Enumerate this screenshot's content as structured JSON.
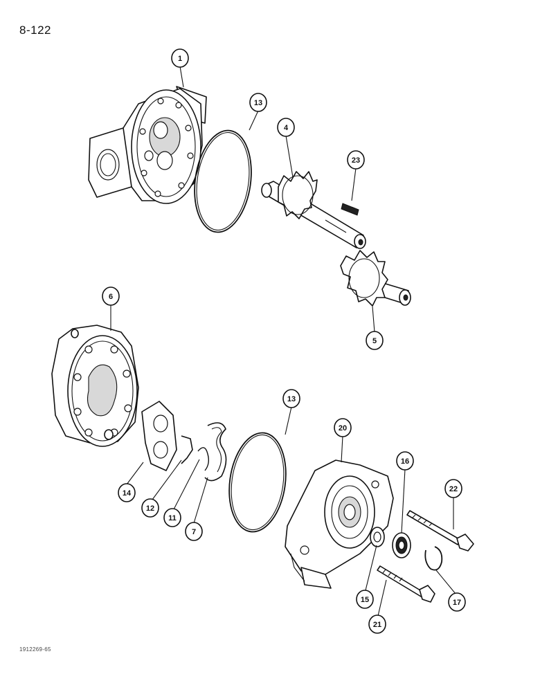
{
  "header": {
    "page_number": "8-122"
  },
  "footer": {
    "code": "1912269-65"
  },
  "callouts": [
    {
      "id": "callout-1",
      "label": "1"
    },
    {
      "id": "callout-13-top",
      "label": "13"
    },
    {
      "id": "callout-4",
      "label": "4"
    },
    {
      "id": "callout-23",
      "label": "23"
    },
    {
      "id": "callout-6",
      "label": "6"
    },
    {
      "id": "callout-5",
      "label": "5"
    },
    {
      "id": "callout-13-bottom",
      "label": "13"
    },
    {
      "id": "callout-20",
      "label": "20"
    },
    {
      "id": "callout-16",
      "label": "16"
    },
    {
      "id": "callout-22",
      "label": "22"
    },
    {
      "id": "callout-14",
      "label": "14"
    },
    {
      "id": "callout-12",
      "label": "12"
    },
    {
      "id": "callout-11",
      "label": "11"
    },
    {
      "id": "callout-7",
      "label": "7"
    },
    {
      "id": "callout-15",
      "label": "15"
    },
    {
      "id": "callout-17",
      "label": "17"
    },
    {
      "id": "callout-21",
      "label": "21"
    }
  ]
}
